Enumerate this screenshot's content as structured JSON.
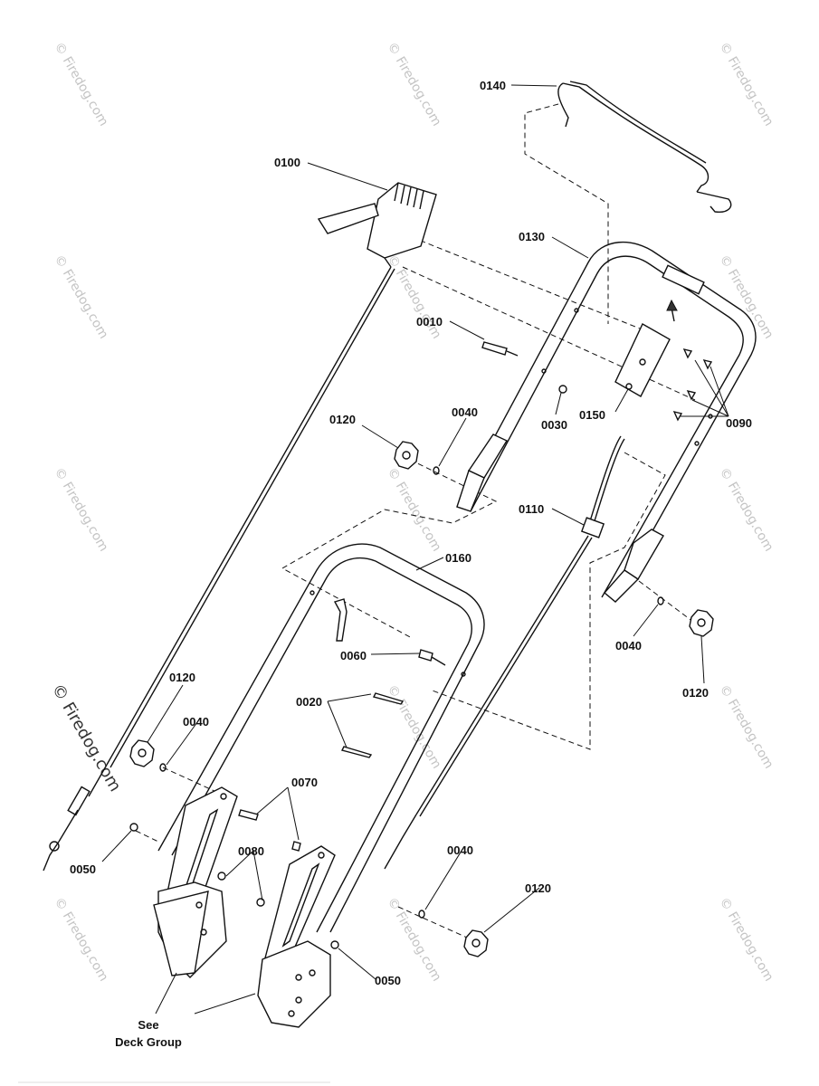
{
  "watermark": {
    "text": "© Firedog.com"
  },
  "callouts": {
    "c0140": "0140",
    "c0100": "0100",
    "c0130": "0130",
    "c0010": "0010",
    "c0030": "0030",
    "c0150": "0150",
    "c0090": "0090",
    "c0120_a": "0120",
    "c0040_a": "0040",
    "c0110": "0110",
    "c0160": "0160",
    "c0040_b": "0040",
    "c0120_b": "0120",
    "c0060": "0060",
    "c0020": "0020",
    "c0120_c": "0120",
    "c0040_c": "0040",
    "c0070": "0070",
    "c0080": "0080",
    "c0050_a": "0050",
    "c0040_d": "0040",
    "c0120_d": "0120",
    "c0050_b": "0050"
  },
  "note": {
    "line1": "See",
    "line2": "Deck Group"
  }
}
